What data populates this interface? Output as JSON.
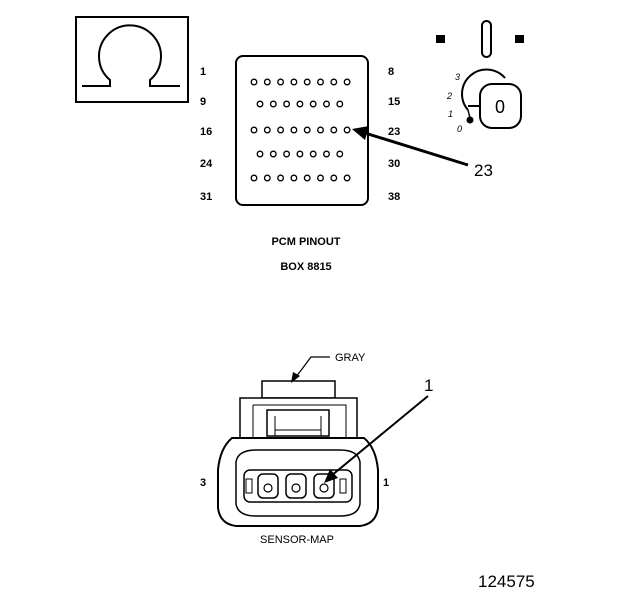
{
  "pinout": {
    "title": "PCM PINOUT",
    "subtitle": "BOX 8815",
    "row_start_labels": [
      "1",
      "9",
      "16",
      "24",
      "31"
    ],
    "row_end_labels": [
      "8",
      "15",
      "23",
      "30",
      "38"
    ],
    "callout": "23"
  },
  "ignition": {
    "positions": [
      "3",
      "2",
      "1",
      "0"
    ],
    "key_label": "0"
  },
  "sensor": {
    "wire_color": "GRAY",
    "callout": "1",
    "left_pin_label": "3",
    "right_pin_label": "1",
    "title": "SENSOR-MAP"
  },
  "figure_number": "124575"
}
